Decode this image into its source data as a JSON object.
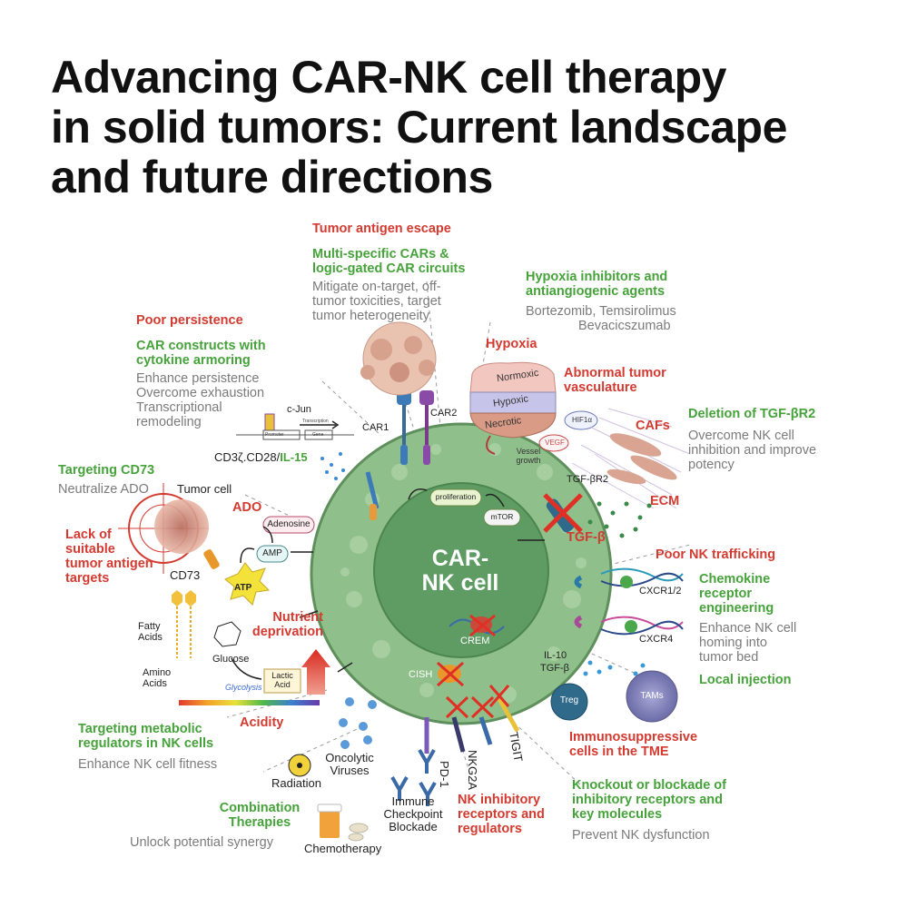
{
  "title_lines": [
    "Advancing CAR-NK cell therapy",
    "in solid tumors: Current landscape",
    "and future directions"
  ],
  "center": {
    "line1": "CAR-",
    "line2": "NK cell"
  },
  "challenges": {
    "tumor_antigen_escape": "Tumor antigen escape",
    "poor_persistence": "Poor persistence",
    "hypoxia": "Hypoxia",
    "abnormal_vasculature": [
      "Abnormal tumor",
      "vasculature"
    ],
    "cafs": "CAFs",
    "ecm": "ECM",
    "tgf_beta": "TGF-β",
    "ado": "ADO",
    "lack_targets": [
      "Lack of",
      "suitable",
      "tumor antigen",
      "targets"
    ],
    "nutrient_deprivation": [
      "Nutrient",
      "deprivation"
    ],
    "acidity": "Acidity",
    "poor_trafficking": "Poor NK trafficking",
    "immunosuppressive": [
      "Immunosuppressive",
      "cells in the TME"
    ],
    "inhibitory_receptors": [
      "NK inhibitory",
      "receptors and",
      "regulators"
    ]
  },
  "strategies": {
    "multi_specific": [
      "Multi-specific CARs &",
      "logic-gated CAR circuits"
    ],
    "hypoxia_inhibitors": [
      "Hypoxia inhibitors and",
      "antiangiogenic agents"
    ],
    "car_constructs": [
      "CAR constructs with",
      "cytokine armoring"
    ],
    "deletion_tgf": "Deletion of TGF-βR2",
    "targeting_cd73": "Targeting CD73",
    "chemokine": [
      "Chemokine",
      "receptor",
      "engineering"
    ],
    "local_injection": "Local injection",
    "metabolic": [
      "Targeting metabolic",
      "regulators in NK cells"
    ],
    "combination": [
      "Combination",
      "Therapies"
    ],
    "knockout": [
      "Knockout or blockade of",
      "inhibitory receptors and",
      "key molecules"
    ]
  },
  "outcomes": {
    "mitigate": [
      "Mitigate on-target, off-",
      "tumor toxicities,  target",
      "tumor heterogeneity"
    ],
    "drugs": [
      "Bortezomib, Temsirolimus",
      "Bevacicszumab"
    ],
    "persistence": [
      "Enhance persistence",
      "Overcome exhaustion",
      "Transcriptional",
      "remodeling"
    ],
    "overcome_nk": [
      "Overcome NK cell",
      "inhibition and improve",
      "potency"
    ],
    "neutralize": "Neutralize ADO",
    "homing": [
      "Enhance NK cell",
      "homing into",
      "tumor bed"
    ],
    "fitness": "Enhance NK cell fitness",
    "synergy": "Unlock potential synergy",
    "dysfunction": "Prevent NK dysfunction"
  },
  "small_labels": {
    "tumor_cell": "Tumor cell",
    "cd73": "CD73",
    "adenosine": "Adenosine",
    "amp": "AMP",
    "atp": "ATP",
    "fatty_acids": [
      "Fatty",
      "Acids"
    ],
    "glucose": "Glucose",
    "amino_acids": [
      "Amino",
      "Acids"
    ],
    "glycolysis": "Glycolysis",
    "lactic_acid": [
      "Lactic",
      "Acid"
    ],
    "car1": "CAR1",
    "car2": "CAR2",
    "cjun": "c-Jun",
    "promoter": "Promoter",
    "gene": "Gene",
    "transcription": "Transcription",
    "cd3z_prefix": "CD3ζ.CD28/",
    "il15": "IL-15",
    "normoxic": "Normoxic",
    "hypoxic": "Hypoxic",
    "necrotic": "Necrotic",
    "hif1a": "HIF1α",
    "vegf": "VEGF",
    "vessel_growth": [
      "Vessel",
      "growth"
    ],
    "tgfbr2": "TGF-βR2",
    "proliferation": "proliferation",
    "mtor": "mTOR",
    "crem": "CREM",
    "cish": "CISH",
    "cxcr12": "CXCR1/2",
    "cxcr4": "CXCR4",
    "il10": "IL-10",
    "tgfb_small": "TGF-β",
    "treg": "Treg",
    "tams": "TAMs",
    "pd1": "PD-1",
    "nkg2a": "NKG2A",
    "tigit": "TIGIT",
    "radiation": "Radiation",
    "oncolytic": [
      "Oncolytic",
      "Viruses"
    ],
    "icb": [
      "Immune",
      "Checkpoint",
      "Blockade"
    ],
    "chemotherapy": "Chemotherapy"
  },
  "colors": {
    "challenge_red": "#d33a30",
    "strategy_green": "#46a23a",
    "outcome_gray": "#7b7b7b",
    "cell_outer": "#8fbf8a",
    "cell_inner": "#5e9c63"
  }
}
